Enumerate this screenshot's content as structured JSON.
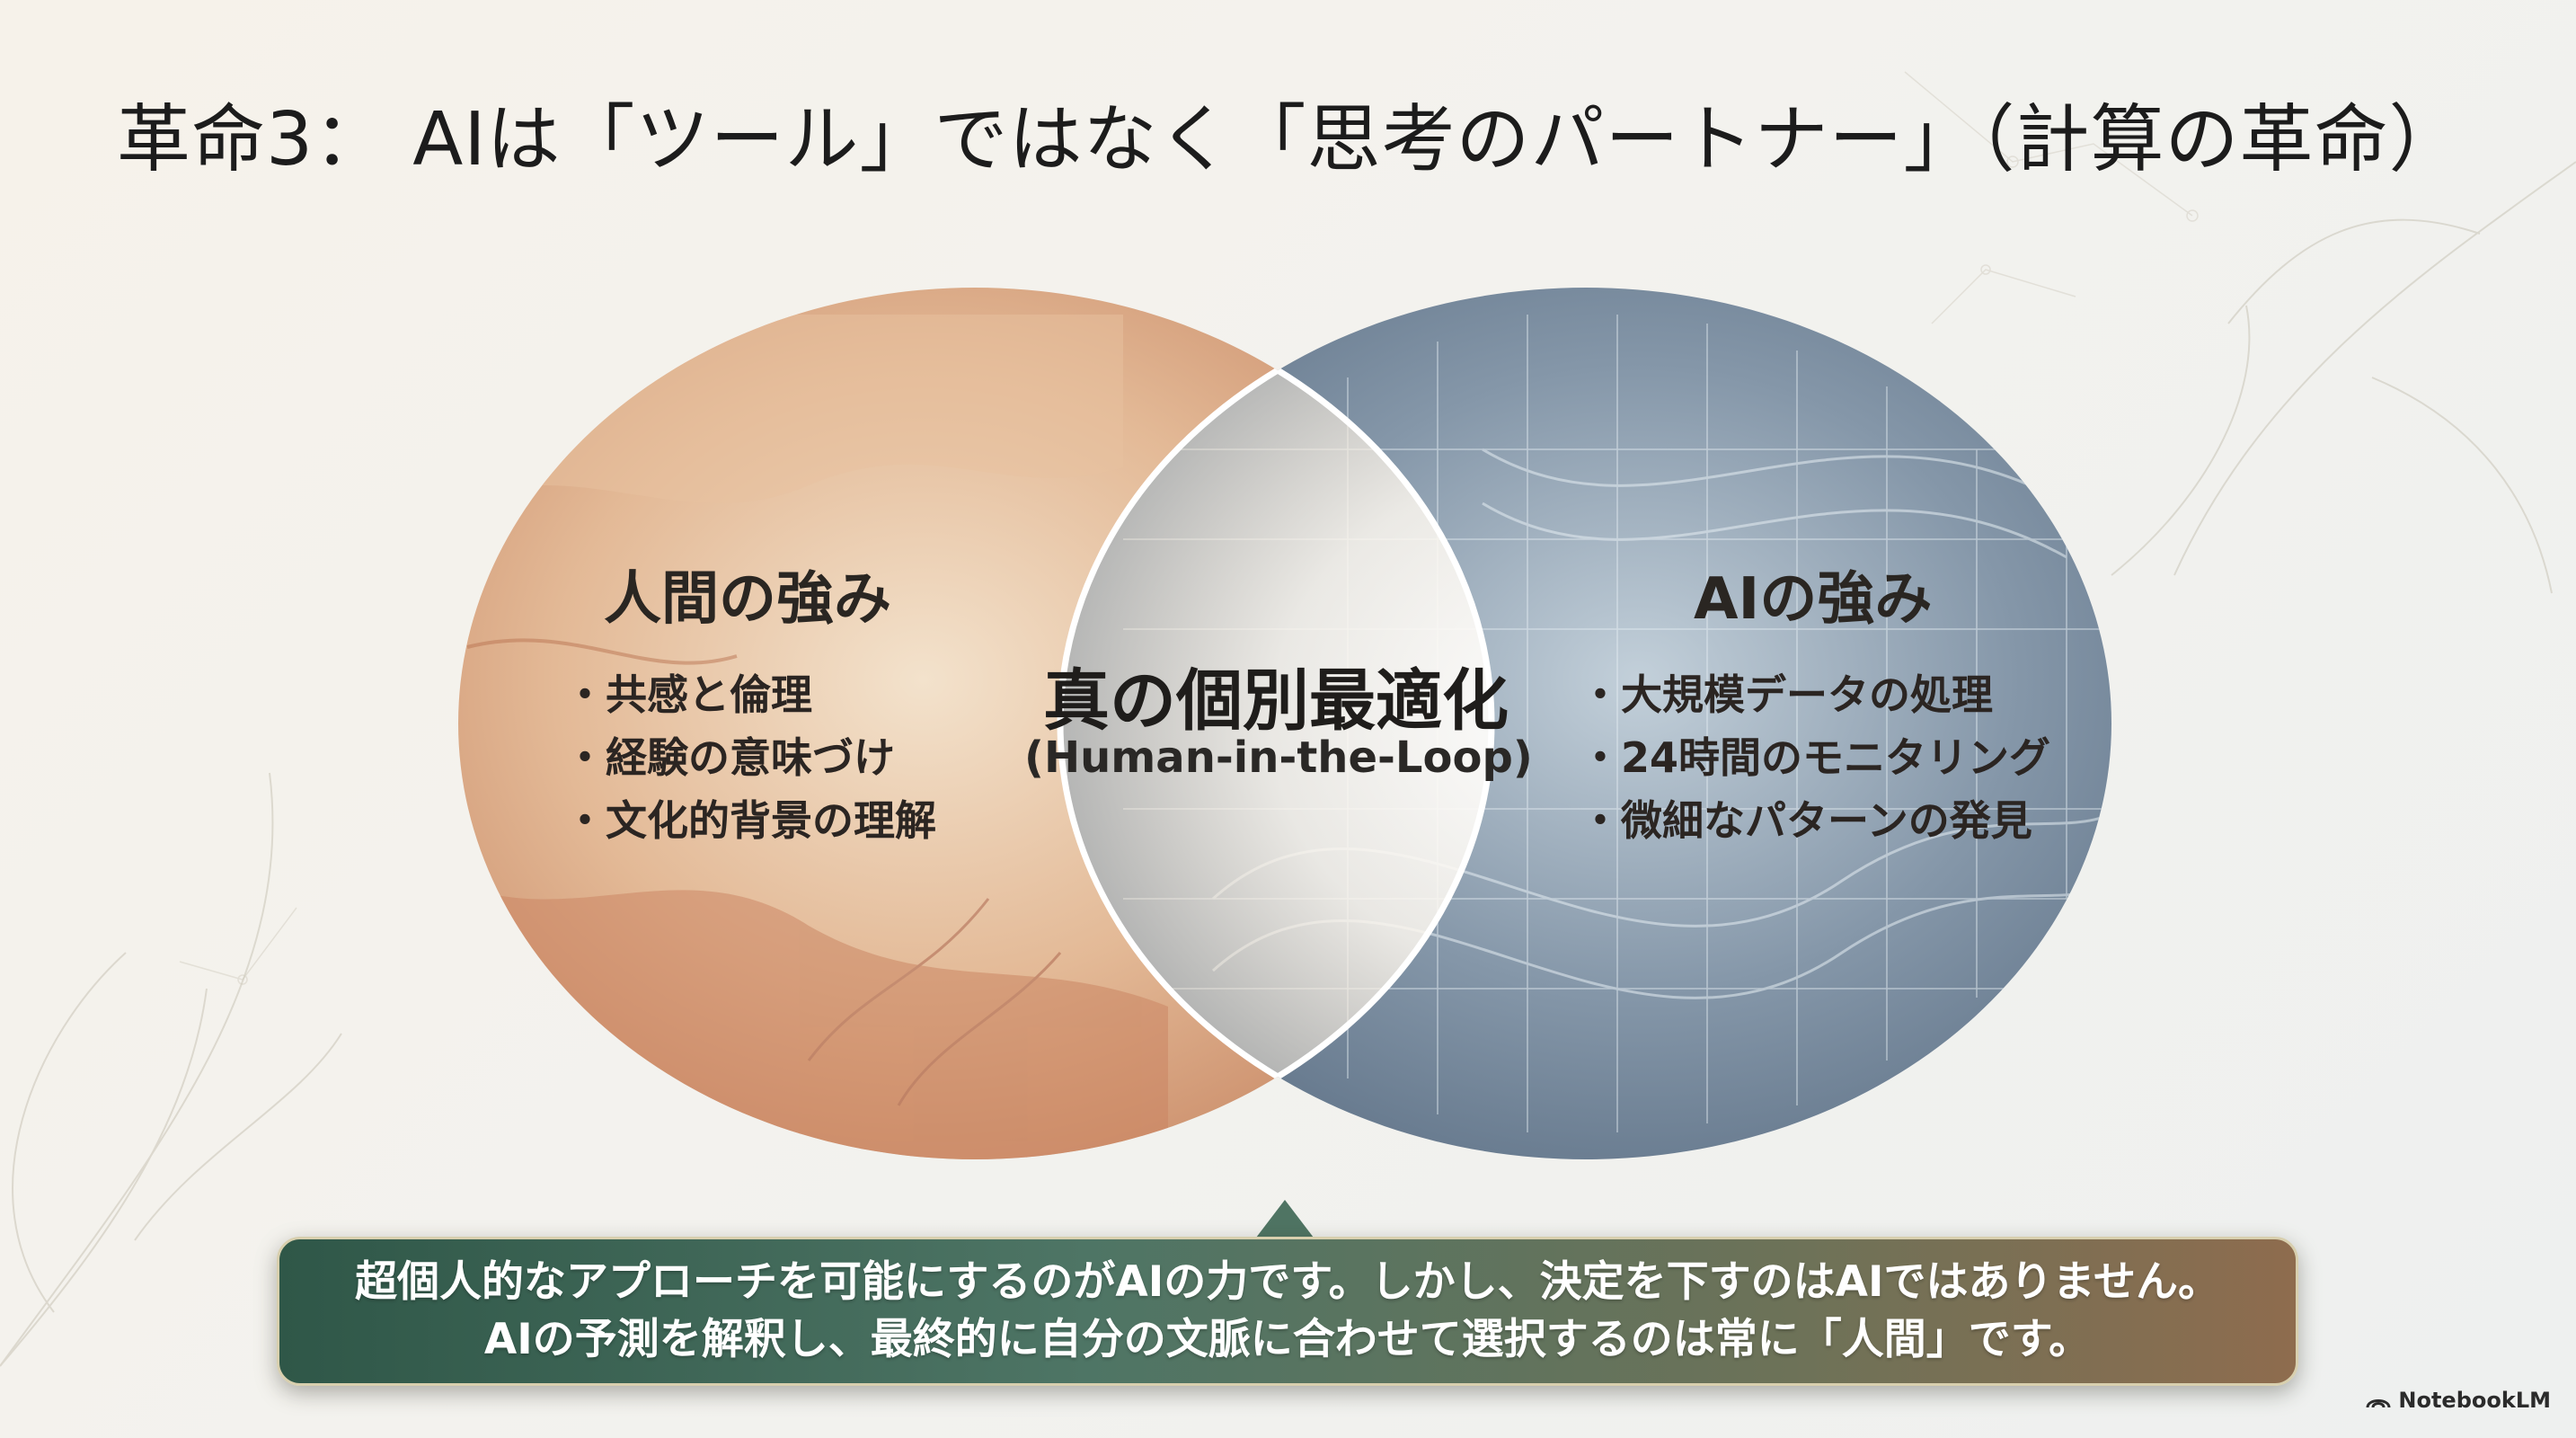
{
  "title": "革命3： AIは「ツール」ではなく「思考のパートナー」（計算の革命）",
  "left": {
    "heading": "人間の強み",
    "bullets": [
      "共感と倫理",
      "経験の意味づけ",
      "文化的背景の理解"
    ]
  },
  "right": {
    "heading": "AIの強み",
    "bullets": [
      "大規模データの処理",
      "24時間のモニタリング",
      "微細なパターンの発見"
    ]
  },
  "center": {
    "title": "真の個別最適化",
    "subtitle": "(Human-in-the-Loop)"
  },
  "callout": {
    "line1": "超個人的なアプローチを可能にするのがAIの力です。しかし、決定を下すのはAIではありません。",
    "line2": "AIの予測を解釈し、最終的に自分の文脈に合わせて選択するのは常に「人間」です。"
  },
  "brand": {
    "label": "NotebookLM",
    "icon": "notebooklm-logo-icon"
  },
  "colors": {
    "human_circle": "#d9a780",
    "ai_circle": "#7d8fa2",
    "callout_start": "#2f5748",
    "callout_end": "#8e6c4e"
  }
}
